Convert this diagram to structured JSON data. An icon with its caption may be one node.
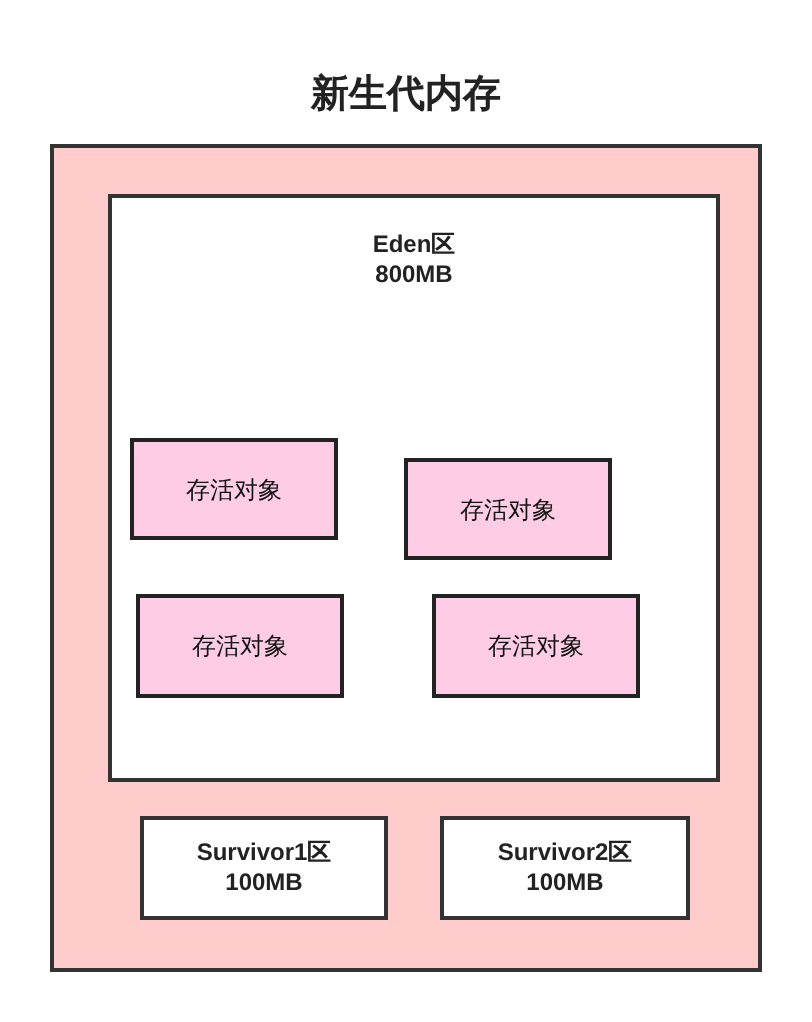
{
  "diagram": {
    "title": "新生代内存",
    "nodes": [
      {
        "text": [],
        "shape": "box"
      },
      {
        "text": [
          "Eden区",
          "800MB"
        ],
        "in": 0
      },
      {
        "text": [
          "存活对象"
        ],
        "in": 1
      },
      {
        "text": [
          "存活对象"
        ],
        "in": 1
      },
      {
        "text": [
          "存活对象"
        ],
        "in": 1
      },
      {
        "text": [
          "存活对象"
        ],
        "in": 1
      },
      {
        "text": [
          "Survivor1区",
          "100MB"
        ],
        "in": 0
      },
      {
        "text": [
          "Survivor2区",
          "100MB"
        ],
        "in": 0
      }
    ]
  }
}
